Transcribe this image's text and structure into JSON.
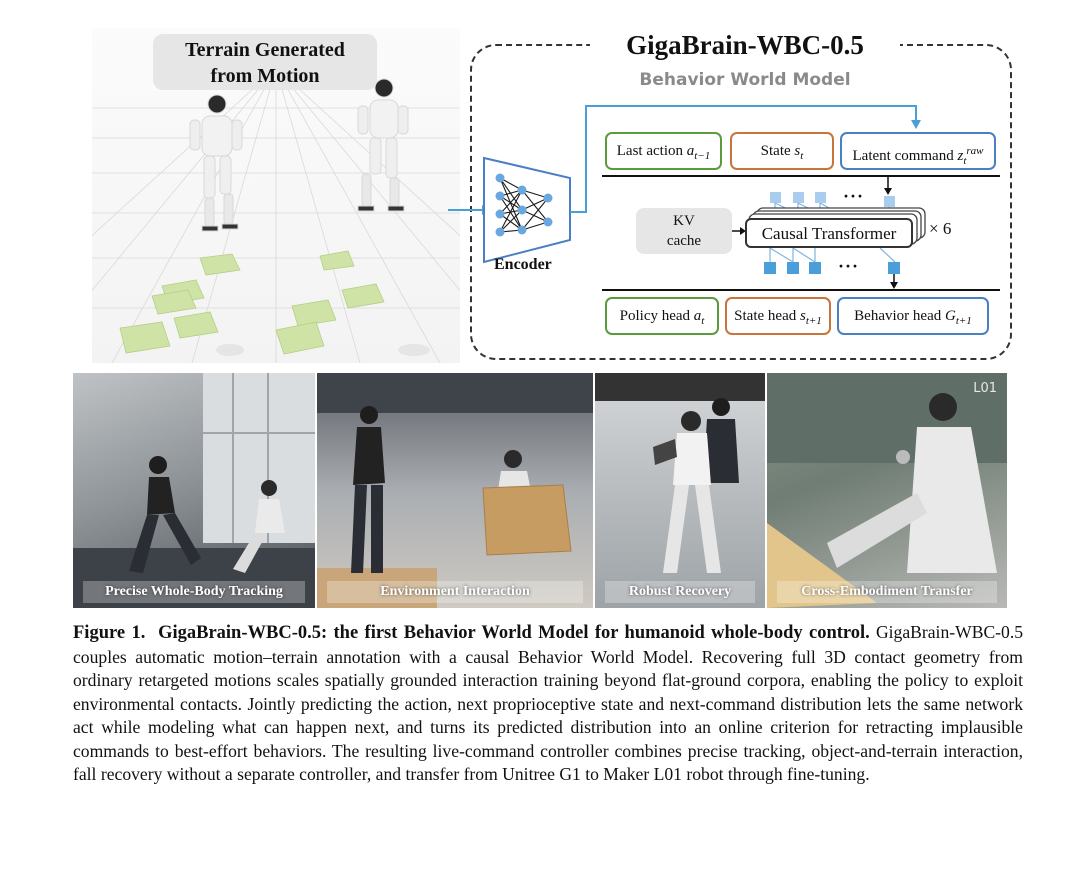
{
  "terrain": {
    "title_line1": "Terrain Generated",
    "title_line2": "from Motion"
  },
  "wbc": {
    "title": "GigaBrain-WBC-0.5",
    "subtitle": "Behavior World Model",
    "encoder_label": "Encoder",
    "inputs": {
      "last_action": "Last action ",
      "last_action_var": "a",
      "last_action_sub": "t−1",
      "state": "State ",
      "state_var": "s",
      "state_sub": "t",
      "latent": "Latent command ",
      "latent_var": "z",
      "latent_sub": "t",
      "latent_sup": "raw"
    },
    "kv_cache_line1": "KV",
    "kv_cache_line2": "cache",
    "transformer_label": "Causal Transformer",
    "transformer_repeat": "× 6",
    "dots": "···",
    "outputs": {
      "policy": "Policy head ",
      "policy_var": "a",
      "policy_sub": "t",
      "state": "State head ",
      "state_var": "s",
      "state_sub": "t+1",
      "behavior": "Behavior head ",
      "behavior_var": "G",
      "behavior_sub": "t+1"
    },
    "colors": {
      "green": "#5a9c3b",
      "orange": "#c8743a",
      "blue": "#4a7fc4",
      "token": "#4a9fd8"
    }
  },
  "photos": [
    {
      "caption": "Precise Whole-Body Tracking"
    },
    {
      "caption": "Environment Interaction"
    },
    {
      "caption": "Robust Recovery"
    },
    {
      "caption": "Cross-Embodiment Transfer",
      "tag": "L01"
    }
  ],
  "caption": {
    "label": "Figure 1.",
    "title": "GigaBrain-WBC-0.5: the first Behavior World Model for humanoid whole-body control.",
    "body": "GigaBrain-WBC-0.5 couples automatic motion–terrain annotation with a causal Behavior World Model. Recovering full 3D contact geometry from ordinary retargeted motions scales spatially grounded interaction training beyond flat-ground corpora, enabling the policy to exploit environmental contacts. Jointly predicting the action, next proprioceptive state and next-command distribution lets the same network act while modeling what can happen next, and turns its predicted distribution into an online criterion for retracting implausible commands to best-effort behaviors. The resulting live-command controller combines precise tracking, object-and-terrain interaction, fall recovery without a separate controller, and transfer from Unitree G1 to Maker L01 robot through fine-tuning."
  }
}
